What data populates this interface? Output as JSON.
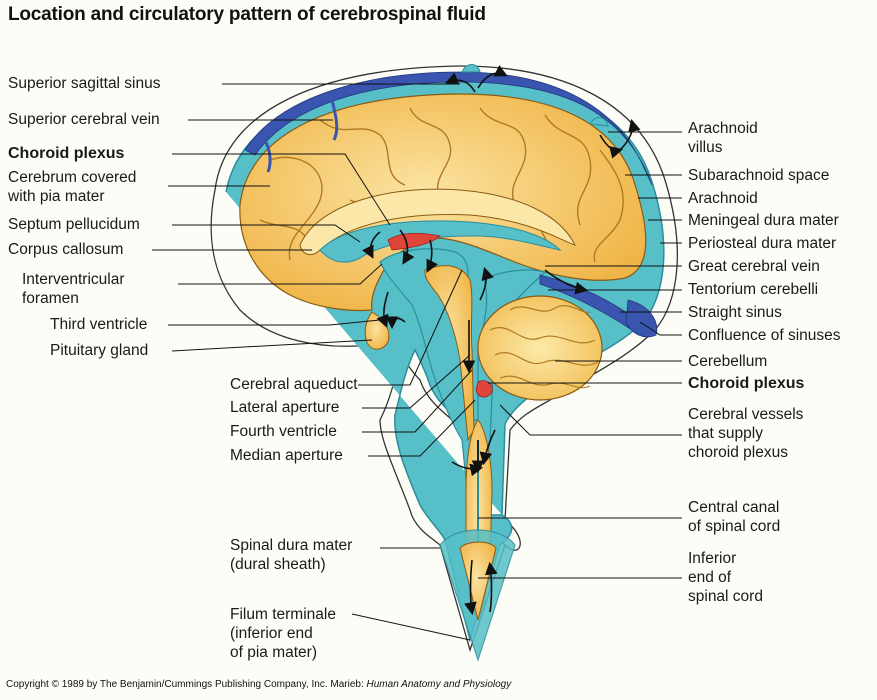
{
  "title": "Location and circulatory pattern of cerebrospinal fluid",
  "labels_left": [
    {
      "id": "superior-sagittal-sinus",
      "text": "Superior sagittal sinus",
      "bold": false
    },
    {
      "id": "superior-cerebral-vein",
      "text": "Superior cerebral vein",
      "bold": false
    },
    {
      "id": "choroid-plexus-top",
      "text": "Choroid plexus",
      "bold": true
    },
    {
      "id": "cerebrum",
      "text": "Cerebrum covered\nwith pia mater",
      "bold": false
    },
    {
      "id": "septum-pellucidum",
      "text": "Septum pellucidum",
      "bold": false
    },
    {
      "id": "corpus-callosum",
      "text": "Corpus callosum",
      "bold": false
    },
    {
      "id": "interventricular-foramen",
      "text": "Interventricular\nforamen",
      "bold": false
    },
    {
      "id": "third-ventricle",
      "text": "Third ventricle",
      "bold": false
    },
    {
      "id": "pituitary-gland",
      "text": "Pituitary gland",
      "bold": false
    }
  ],
  "labels_center": [
    {
      "id": "cerebral-aqueduct",
      "text": "Cerebral aqueduct",
      "bold": false
    },
    {
      "id": "lateral-aperture",
      "text": "Lateral aperture",
      "bold": false
    },
    {
      "id": "fourth-ventricle",
      "text": "Fourth ventricle",
      "bold": false
    },
    {
      "id": "median-aperture",
      "text": "Median aperture",
      "bold": false
    },
    {
      "id": "spinal-dura-mater",
      "text": "Spinal dura mater\n(dural sheath)",
      "bold": false
    },
    {
      "id": "filum-terminale",
      "text": "Filum terminale\n(inferior end\nof pia mater)",
      "bold": false
    }
  ],
  "labels_right": [
    {
      "id": "arachnoid-villus",
      "text": "Arachnoid\nvillus",
      "bold": false
    },
    {
      "id": "subarachnoid-space",
      "text": "Subarachnoid space",
      "bold": false
    },
    {
      "id": "arachnoid",
      "text": "Arachnoid",
      "bold": false
    },
    {
      "id": "meningeal-dura-mater",
      "text": "Meningeal dura mater",
      "bold": false
    },
    {
      "id": "periosteal-dura-mater",
      "text": "Periosteal dura mater",
      "bold": false
    },
    {
      "id": "great-cerebral-vein",
      "text": "Great cerebral vein",
      "bold": false
    },
    {
      "id": "tentorium-cerebelli",
      "text": "Tentorium cerebelli",
      "bold": false
    },
    {
      "id": "straight-sinus",
      "text": "Straight sinus",
      "bold": false
    },
    {
      "id": "confluence-of-sinuses",
      "text": "Confluence of sinuses",
      "bold": false
    },
    {
      "id": "cerebellum",
      "text": "Cerebellum",
      "bold": false
    },
    {
      "id": "choroid-plexus-bottom",
      "text": "Choroid plexus",
      "bold": true
    },
    {
      "id": "cerebral-vessels",
      "text": "Cerebral vessels\nthat supply\nchoroid plexus",
      "bold": false
    },
    {
      "id": "central-canal",
      "text": "Central canal\nof spinal cord",
      "bold": false
    },
    {
      "id": "inferior-end",
      "text": "Inferior\nend of\nspinal cord",
      "bold": false
    }
  ],
  "copyright": {
    "text": "Copyright © 1989 by The Benjamin/Cummings Publishing Company, Inc. Marieb: ",
    "italic": "Human Anatomy and Physiology"
  },
  "colors": {
    "csf": "#4fb8c2",
    "csf_dark": "#2c8e9c",
    "brain": "#f6c763",
    "brain_light": "#fbe7a8",
    "sinus": "#3a55b0",
    "choroid": "#e0453a",
    "outline": "#1a1a1a"
  }
}
